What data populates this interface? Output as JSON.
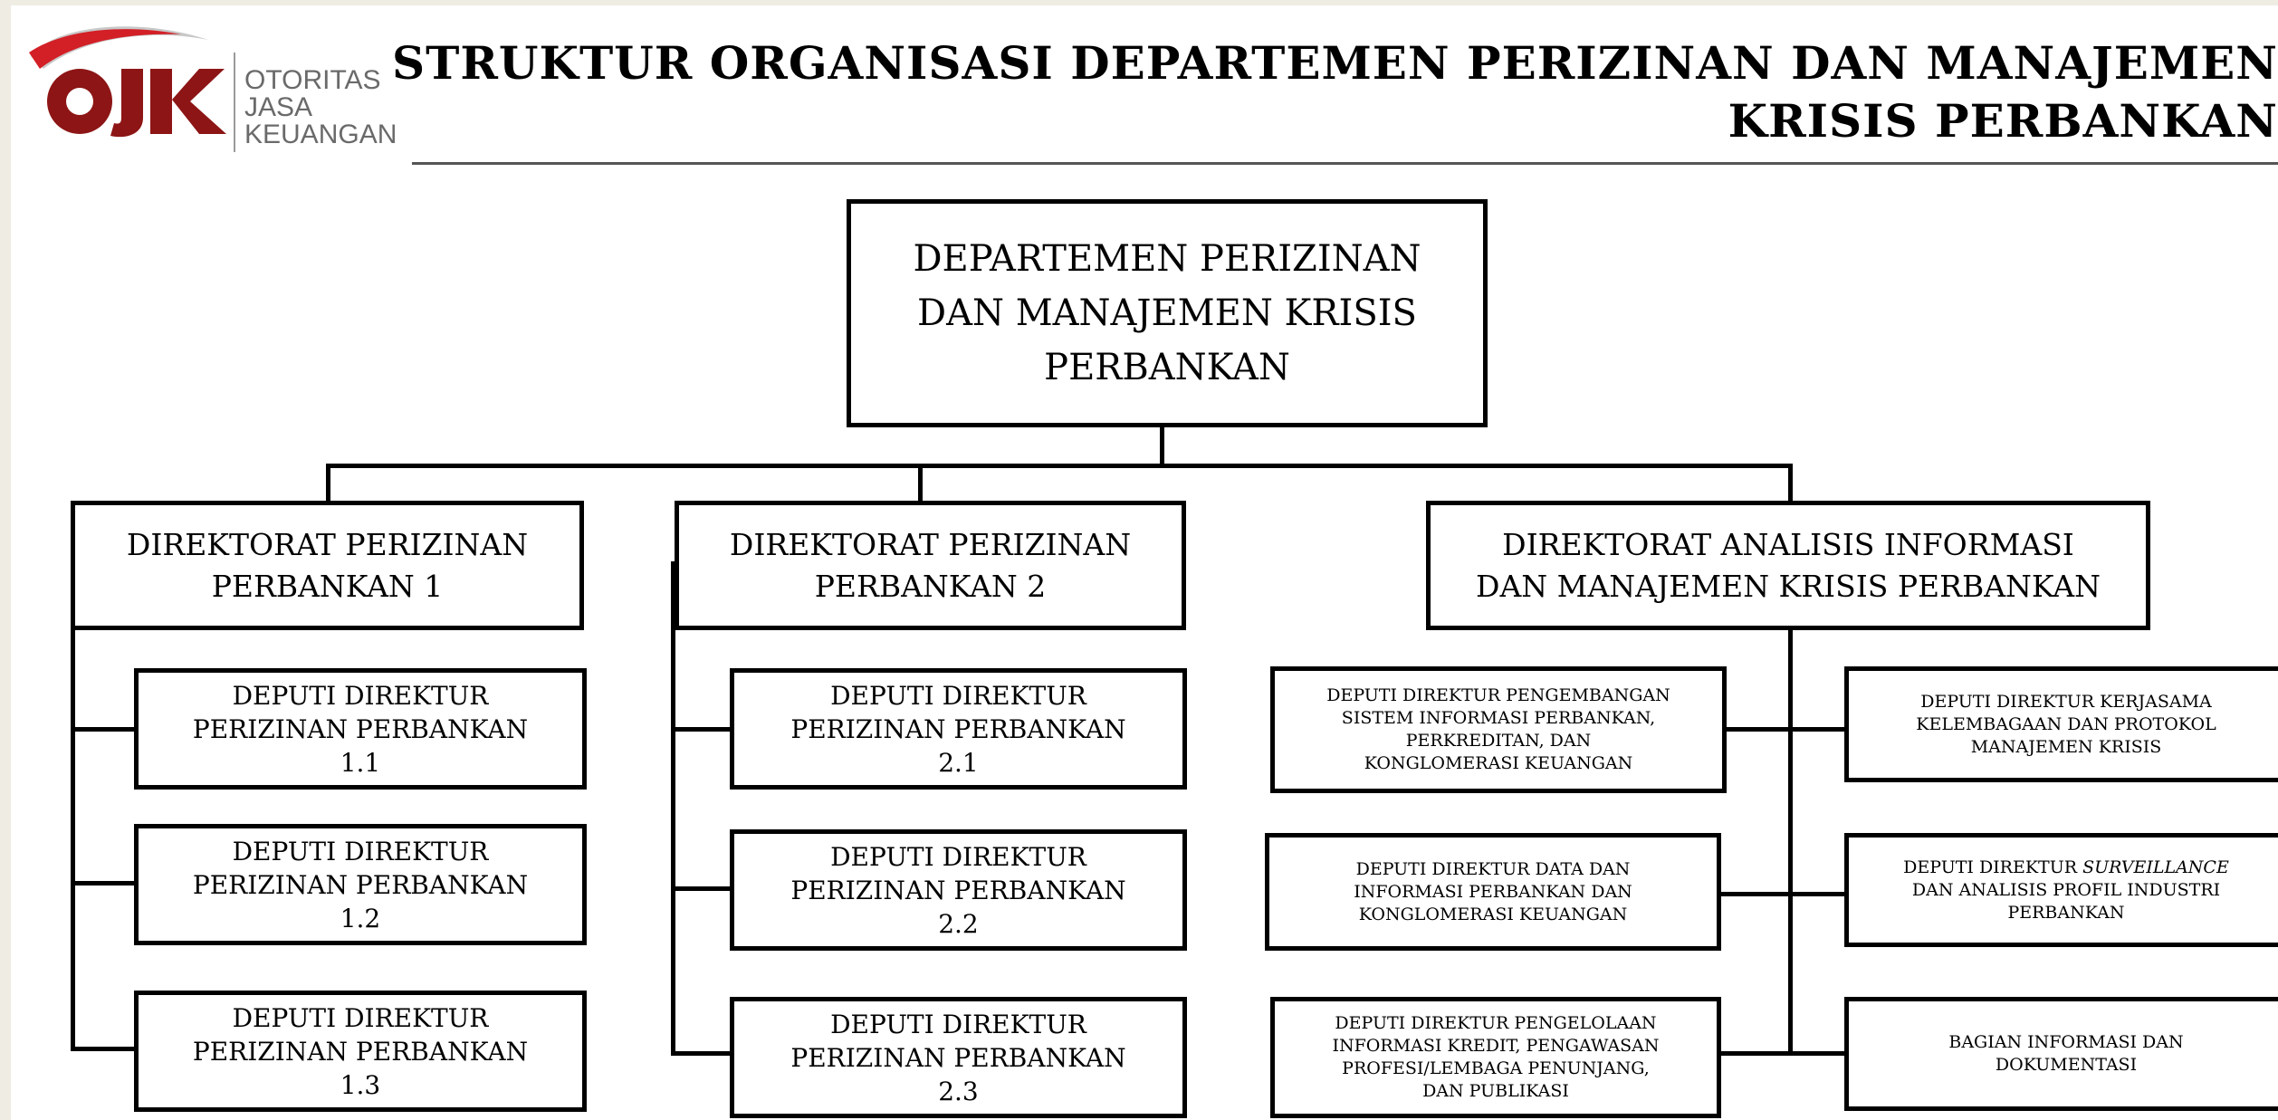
{
  "header": {
    "logo": {
      "mark": "OJK",
      "text_lines": [
        "OTORITAS",
        "JASA",
        "KEUANGAN"
      ]
    },
    "title_lines": [
      "STRUKTUR ORGANISASI DEPARTEMEN PERIZINAN DAN MANAJEMEN",
      "KRISIS PERBANKAN"
    ]
  },
  "org": {
    "department": "DEPARTEMEN PERIZINAN\nDAN MANAJEMEN KRISIS\nPERBANKAN",
    "directorates": [
      {
        "label": "DIREKTORAT PERIZINAN\nPERBANKAN 1",
        "deputies": [
          "DEPUTI DIREKTUR\nPERIZINAN PERBANKAN\n1.1",
          "DEPUTI DIREKTUR\nPERIZINAN PERBANKAN\n1.2",
          "DEPUTI DIREKTUR\nPERIZINAN PERBANKAN\n1.3"
        ]
      },
      {
        "label": "DIREKTORAT PERIZINAN\nPERBANKAN 2",
        "deputies": [
          "DEPUTI DIREKTUR\nPERIZINAN PERBANKAN\n2.1",
          "DEPUTI DIREKTUR\nPERIZINAN PERBANKAN\n2.2",
          "DEPUTI DIREKTUR\nPERIZINAN PERBANKAN\n2.3"
        ]
      },
      {
        "label": "DIREKTORAT ANALISIS INFORMASI\nDAN MANAJEMEN KRISIS PERBANKAN",
        "deputies_left": [
          "DEPUTI DIREKTUR PENGEMBANGAN\nSISTEM INFORMASI PERBANKAN,\nPERKREDITAN, DAN\nKONGLOMERASI KEUANGAN",
          "DEPUTI DIREKTUR DATA DAN\nINFORMASI PERBANKAN DAN\nKONGLOMERASI KEUANGAN",
          "DEPUTI DIREKTUR PENGELOLAAN\nINFORMASI KREDIT, PENGAWASAN\nPROFESI/LEMBAGA PENUNJANG,\nDAN PUBLIKASI"
        ],
        "deputies_right": [
          {
            "pre": "DEPUTI DIREKTUR KERJASAMA\nKELEMBAGAAN DAN PROTOKOL\nMANAJEMEN KRISIS",
            "em": "",
            "post": ""
          },
          {
            "pre": "DEPUTI DIREKTUR ",
            "em": "SURVEILLANCE",
            "post": "\nDAN ANALISIS PROFIL INDUSTRI\nPERBANKAN"
          },
          {
            "pre": "BAGIAN INFORMASI DAN\nDOKUMENTASI",
            "em": "",
            "post": ""
          }
        ]
      }
    ]
  }
}
